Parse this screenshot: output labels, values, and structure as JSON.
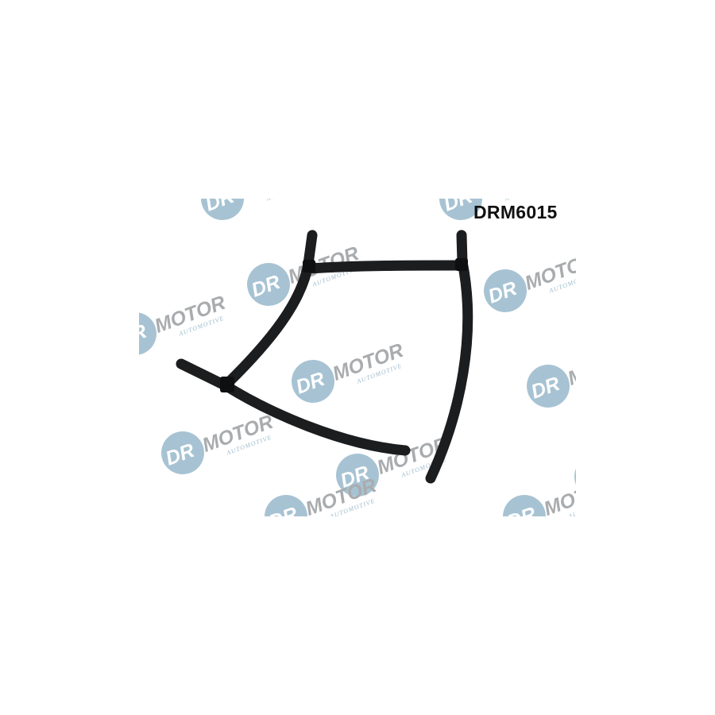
{
  "product": {
    "code": "DRM6015"
  },
  "watermark": {
    "brand_prefix": "DR",
    "brand_name": "MOTOR",
    "tagline": "AUTOMOTIVE",
    "circle_color": "#a7c3d3",
    "name_color": "#a9acae",
    "tagline_color": "#9fbccd"
  },
  "hose": {
    "color": "#1b1d1f"
  }
}
